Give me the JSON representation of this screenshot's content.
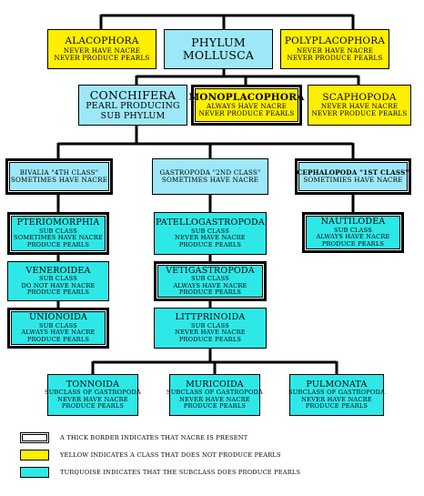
{
  "phylum": [
    "Phylum",
    "Mollusca"
  ],
  "alacophora": [
    "Alacophora",
    "Never have nacre",
    "Never produce pearls"
  ],
  "polyplacophora": [
    "Polyplacophora",
    "Never have nacre",
    "Never produce pearls"
  ],
  "conchifera": [
    "Conchifera",
    "Pearl producing",
    "sub phylum"
  ],
  "monoplacophora": [
    "Monoplacophora",
    "Always have nacre",
    "Never produce pearls"
  ],
  "scaphopoda": [
    "Scaphopoda",
    "Never have nacre",
    "Never produce pearls"
  ],
  "bivalvia": [
    "Bivalia \"4th Class\"",
    "Sometimes have nacre"
  ],
  "gastropoda": [
    "Gastropoda \"2nd Class\"",
    "Sometimes have nacre"
  ],
  "cephalopoda": [
    "Cephalopoda \"1st Class\"",
    "Sometimies have nacre"
  ],
  "pteriomorphia": [
    "Pteriomorphia",
    "Sub class",
    "Sometimes have nacre",
    "produce pearls"
  ],
  "veneroidea": [
    "Veneroidea",
    "Sub class",
    "Do not have nacre",
    "produce pearls"
  ],
  "unionoida": [
    "Unionoida",
    "Sub class",
    "Always have nacre",
    "produce pearls"
  ],
  "patellogastropoda": [
    "Patellogastropoda",
    "Sub class",
    "Never have nacre",
    "produce pearls"
  ],
  "vetigastropoda": [
    "Vetigastropoda",
    "Sub class",
    "Always have nacre",
    "produce pearls"
  ],
  "littprinoida": [
    "Littprinoida",
    "Sub class",
    "Never have nacre",
    "produce pearls"
  ],
  "nautilodea": [
    "Nautilodea",
    "Sub class",
    "Always have nacre",
    "produce pearls"
  ],
  "tonnoida": [
    "Tonnoida",
    "Subclass of Gastropoda",
    "Never have nacre",
    "produce pearls"
  ],
  "muricoida": [
    "Muricoida",
    "Subclass of Gastropoda",
    "Never have nacre",
    "produce pearls"
  ],
  "pulmonata": [
    "Pulmonata",
    "Subclass of Gastropoda",
    "Never have nacre",
    "produce pearls"
  ],
  "legend": {
    "thick": "A thick border indicates that nacre is present",
    "yellow": "Yellow indicates a class that does not produce pearls",
    "turquoise": "Turquoise indicates that the subclass does produce pearls"
  },
  "colors": {
    "yellow": "#ffef00",
    "sky": "#9de8f8",
    "turquoise": "#2ee8e8"
  }
}
